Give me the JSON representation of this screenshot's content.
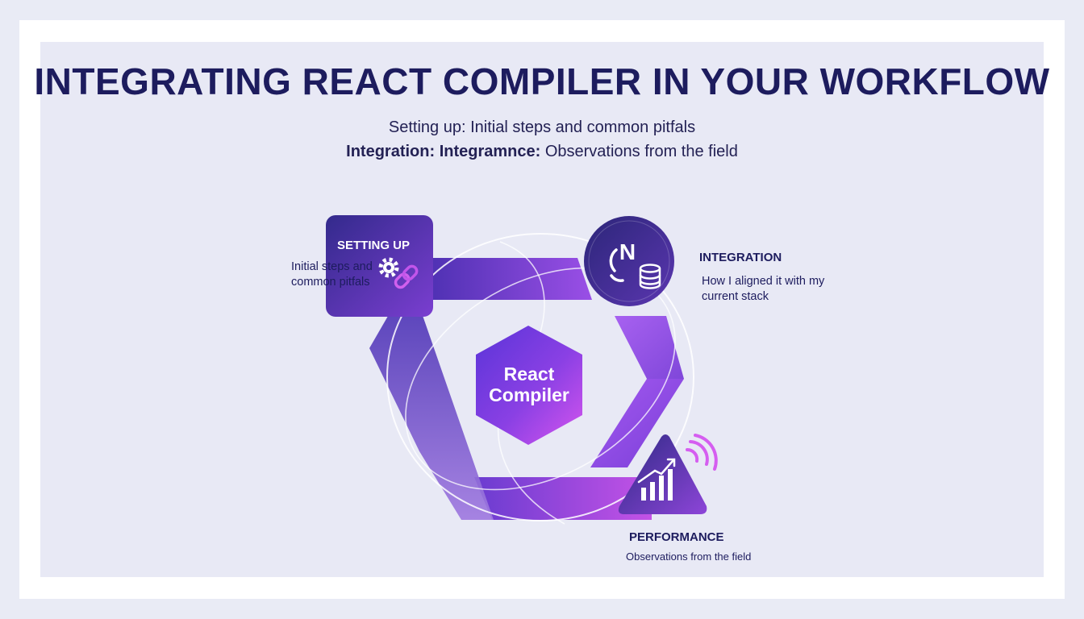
{
  "title": "INTEGRATING REACT COMPILER IN YOUR WORKFLOW",
  "subtitle": {
    "line1": "Setting up: Initial steps and common pitfals",
    "line2_bold": "Integration: Integramnce:",
    "line2_rest": " Observations from the field"
  },
  "center": {
    "line1": "React",
    "line2": "Compiler"
  },
  "setting_up": {
    "title": "SETTING UP",
    "desc_line1": "Initial steps and",
    "desc_line2": "common pitfals",
    "icon": "gear-link-icon"
  },
  "integration": {
    "title": "INTEGRATION",
    "desc_line1": "How I aligned it with my",
    "desc_line2": "current stack",
    "icon_glyph": "N"
  },
  "performance": {
    "title": "PERFORMANCE",
    "desc": "Observations from the field",
    "icon": "growth-chart-icon"
  },
  "colors": {
    "navy": "#1d1c5e",
    "violet": "#7b3fe0",
    "magenta": "#c24ee8",
    "indigo": "#3b2f9a"
  }
}
